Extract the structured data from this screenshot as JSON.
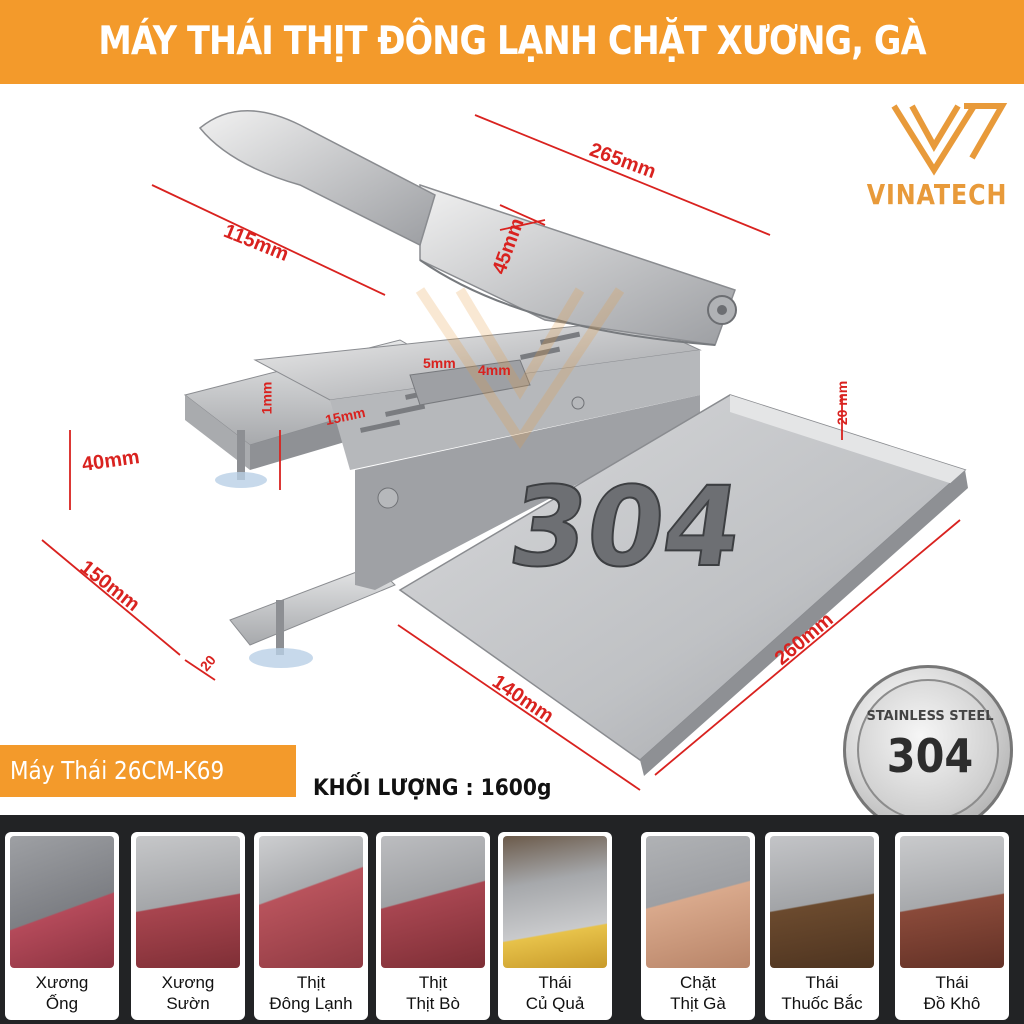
{
  "header": {
    "title": "MÁY THÁI THỊT ĐÔNG LẠNH CHẶT XƯƠNG, GÀ"
  },
  "brand": {
    "logo_text": "VINATECH",
    "accent_color": "#f39a2b"
  },
  "dimensions": {
    "blade_length": "265mm",
    "handle_length": "115mm",
    "blade_height": "45mm",
    "slot_a": "5mm",
    "slot_b": "4mm",
    "thickness": "1mm",
    "slot_c": "15mm",
    "tray_depth": "20 mm",
    "base_height": "40mm",
    "base_width": "150mm",
    "foot_gap": "20",
    "tray_width": "140mm",
    "tray_length": "260mm"
  },
  "product": {
    "model": "Máy Thái 26CM-K69",
    "weight": "KHỐI LƯỢNG : 1600g",
    "steel_mark": "304"
  },
  "badge": {
    "top_text": "STAINLESS STEEL",
    "number": "304"
  },
  "uses": [
    {
      "line1": "Xương",
      "line2": "Ống"
    },
    {
      "line1": "Xương",
      "line2": "Sườn"
    },
    {
      "line1": "Thịt",
      "line2": "Đông Lạnh"
    },
    {
      "line1": "Thịt",
      "line2": "Thịt Bò"
    },
    {
      "line1": "Thái",
      "line2": "Củ Quả"
    },
    {
      "line1": "Chặt",
      "line2": "Thịt Gà"
    },
    {
      "line1": "Thái",
      "line2": "Thuốc Bắc"
    },
    {
      "line1": "Thái",
      "line2": "Đồ Khô"
    }
  ]
}
